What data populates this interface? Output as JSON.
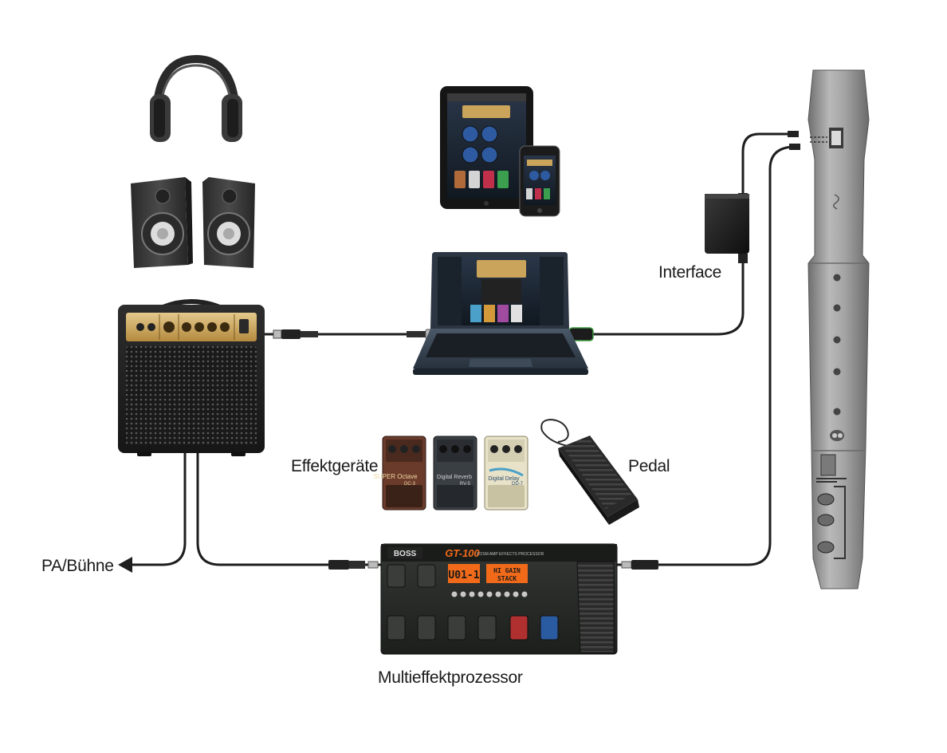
{
  "labels": {
    "interface": "Interface",
    "effects": "Effektgeräte",
    "pedal": "Pedal",
    "pa": "PA/Bühne",
    "multi": "Multieffektprozessor"
  },
  "device_text": {
    "boss_logo": "BOSS",
    "gt_model": "GT-100",
    "gt_subtitle": "COSM AMP EFFECTS PROCESSOR",
    "lcd_left": "U01-1",
    "lcd_right_1": "HI GAIN",
    "lcd_right_2": "STACK",
    "pedal_1_name": "SUPER Octave",
    "pedal_1_model": "OC-3",
    "pedal_2_name": "Digital Reverb",
    "pedal_2_model": "RV-5",
    "pedal_3_name": "Digital Delay",
    "pedal_3_model": "DD-7"
  },
  "colors": {
    "cable": "#1e1e1e",
    "amp_body": "#222222",
    "amp_panel": "#c9a45a",
    "recorder": "#9a9a9a",
    "gt_body": "#2a2d2a",
    "lcd": "#f06a1a",
    "screen": "#1f2a38"
  },
  "icons": [
    "headphones-icon",
    "speakers-icon",
    "tablet-icon",
    "phone-icon",
    "laptop-icon",
    "audio-interface-icon",
    "recorder-icon",
    "amplifier-icon",
    "effect-pedal-icon",
    "expression-pedal-icon",
    "multi-effects-icon",
    "arrow-left-icon"
  ]
}
